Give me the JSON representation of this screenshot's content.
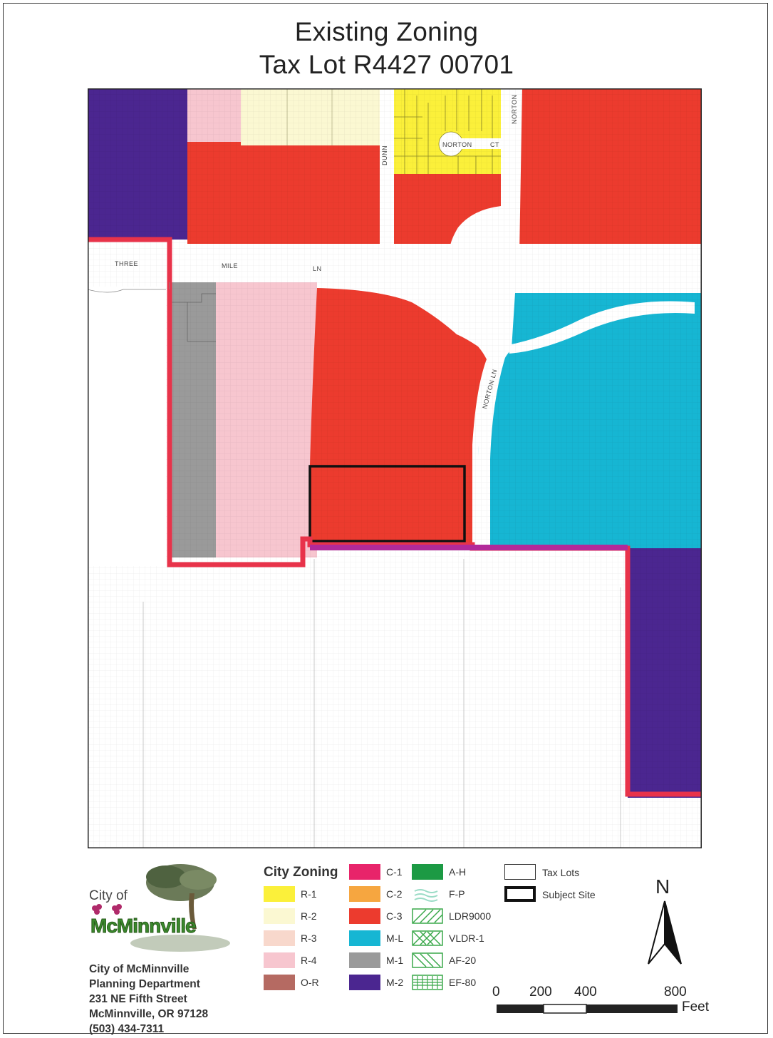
{
  "title": {
    "line1": "Existing Zoning",
    "line2": "Tax Lot R4427 00701"
  },
  "map": {
    "roads": {
      "three": "THREE",
      "mile": "MILE",
      "ln": "LN",
      "dunn": "DUNN",
      "norton_ct_1": "NORTON",
      "norton_ct_2": "CT",
      "norton_top": "NORTON",
      "norton_ln": "NORTON LN"
    },
    "colors": {
      "R-1": "#fbf03a",
      "R-2": "#fbf8d2",
      "R-4": "#f7c6cf",
      "C-1": "#e8246a",
      "C-3": "#ec3b2e",
      "M-L": "#16b6d3",
      "M-1": "#9a9a9a",
      "M-2": "#4b2690",
      "boundary": "#e8334a",
      "subject": "#111111"
    }
  },
  "legend": {
    "heading": "City Zoning",
    "items": [
      {
        "code": "R-1",
        "color": "#fbf03a"
      },
      {
        "code": "R-2",
        "color": "#fbf8d2"
      },
      {
        "code": "R-3",
        "color": "#f8d8cc"
      },
      {
        "code": "R-4",
        "color": "#f7c6cf"
      },
      {
        "code": "O-R",
        "color": "#b56a62"
      },
      {
        "code": "C-1",
        "color": "#e8246a"
      },
      {
        "code": "C-2",
        "color": "#f6a640"
      },
      {
        "code": "C-3",
        "color": "#ec3b2e"
      },
      {
        "code": "M-L",
        "color": "#16b6d3"
      },
      {
        "code": "M-1",
        "color": "#9a9a9a"
      },
      {
        "code": "M-2",
        "color": "#4b2690"
      },
      {
        "code": "A-H",
        "color": "#1c9a44"
      },
      {
        "code": "F-P",
        "color": "#b6e8d6"
      },
      {
        "code": "LDR9000",
        "color": "#3aa84a"
      },
      {
        "code": "VLDR-1",
        "color": "#3aa84a"
      },
      {
        "code": "AF-20",
        "color": "#3aa84a"
      },
      {
        "code": "EF-80",
        "color": "#3aa84a"
      }
    ],
    "tax_lots": "Tax Lots",
    "subject_site": "Subject Site"
  },
  "logo": {
    "city_of": "City of",
    "name": "McMinnville"
  },
  "address": {
    "line1": "City of McMinnville",
    "line2": "Planning Department",
    "line3": "231 NE Fifth Street",
    "line4": "McMinnville, OR  97128",
    "line5": "(503) 434-7311"
  },
  "north": "N",
  "scale": {
    "ticks": [
      "0",
      "200",
      "400",
      "800"
    ],
    "unit": "Feet"
  }
}
